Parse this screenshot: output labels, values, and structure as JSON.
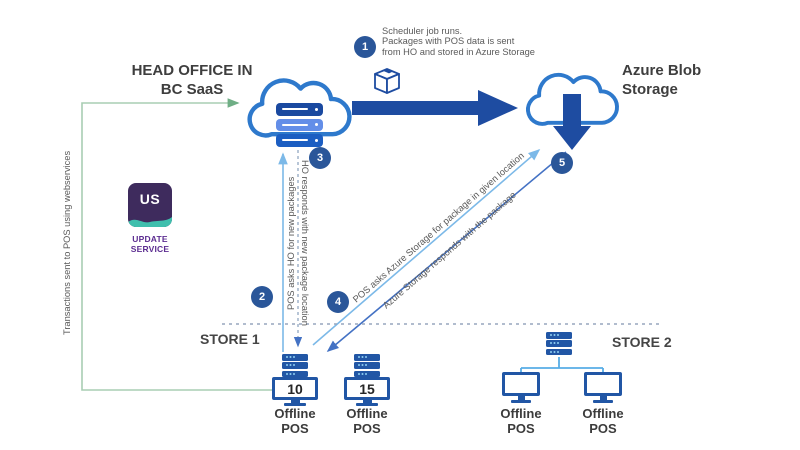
{
  "colors": {
    "accent_blue": "#1E4CA1",
    "circle_blue": "#2A5699",
    "cloud_outline": "#2E79CC",
    "light_blue": "#7CB9E8",
    "mid_blue": "#4472C4",
    "connector_blue": "#57ADE6",
    "green_line": "#A8CDB3",
    "green_arrow": "#6FAE85",
    "purple": "#3E2B5D",
    "teal": "#3FBFAD",
    "text_gray": "#5A5A5A",
    "heading_gray": "#3E3E3E"
  },
  "head_office": {
    "title_line1": "HEAD OFFICE IN",
    "title_line2": "BC SaaS"
  },
  "azure": {
    "title_line1": "Azure Blob",
    "title_line2": "Storage"
  },
  "update_service": {
    "initials": "US",
    "label": "UPDATE SERVICE"
  },
  "steps": {
    "s1": "1",
    "s2": "2",
    "s3": "3",
    "s4": "4",
    "s5": "5"
  },
  "annotations": {
    "scheduler_line1": "Scheduler job runs.",
    "scheduler_line2": "Packages with POS data is sent",
    "scheduler_line3": "from HO and stored in Azure Storage",
    "transactions": "Transactions sent to POS using webservices",
    "pos_asks_ho": "POS asks HO for new packages",
    "ho_responds": "HO responds with new package location",
    "pos_asks_azure": "POS asks Azure Storage for package in given location",
    "azure_responds": "Azure Storage responds with the package"
  },
  "store1": {
    "label": "STORE 1",
    "pos1_count": "10",
    "pos1_label": "Offline POS",
    "pos2_count": "15",
    "pos2_label": "Offline POS"
  },
  "store2": {
    "label": "STORE 2",
    "pos1_label": "Offline POS",
    "pos2_label": "Offline POS"
  }
}
